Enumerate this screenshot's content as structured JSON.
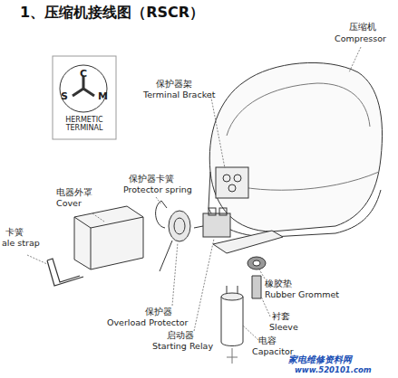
{
  "diagram": {
    "title": "1、压缩机接线图（RSCR）",
    "labels": [
      "C",
      "S",
      "M",
      "HERMETIC TERMINAL",
      "保护器架",
      "Terminal Bracket",
      "压缩机",
      "Compressor",
      "电器外罩",
      "Cover",
      "保护器卡簧",
      "Protector spring",
      "卡簧",
      "ale strap",
      "橡胶垫",
      "Rubber Grommet",
      "衬套",
      "Sleeve",
      "保护器",
      "Overload Protector",
      "启动器",
      "Starting Relay",
      "电容",
      "Capacitor",
      "家电维修资料网",
      "www.520101.com"
    ]
  }
}
